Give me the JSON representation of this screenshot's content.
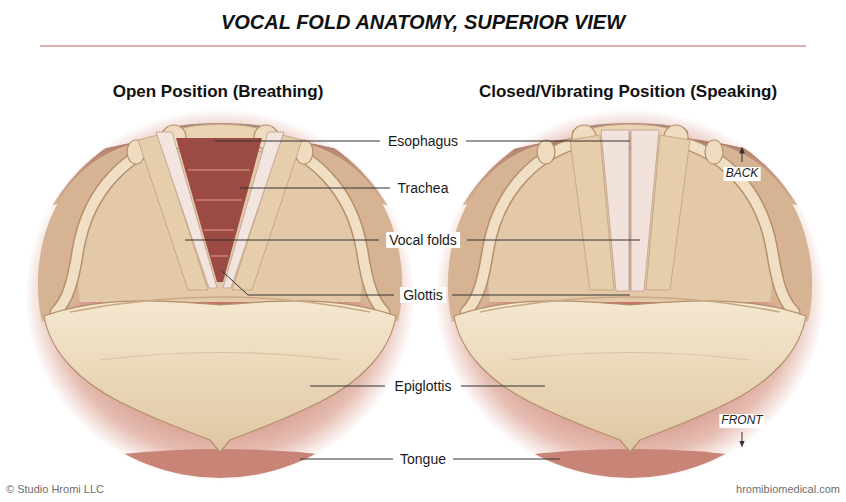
{
  "diagram": {
    "title": "VOCAL FOLD ANATOMY, SUPERIOR VIEW",
    "labels": [
      "Open Position (Breathing)",
      "Closed/Vibrating Position (Speaking)",
      "Esophagus",
      "Trachea",
      "Vocal folds",
      "Glottis",
      "Epiglottis",
      "Tongue",
      "BACK",
      "FRONT",
      "© Studio Hromi LLC",
      "hromibiomedical.com"
    ]
  }
}
